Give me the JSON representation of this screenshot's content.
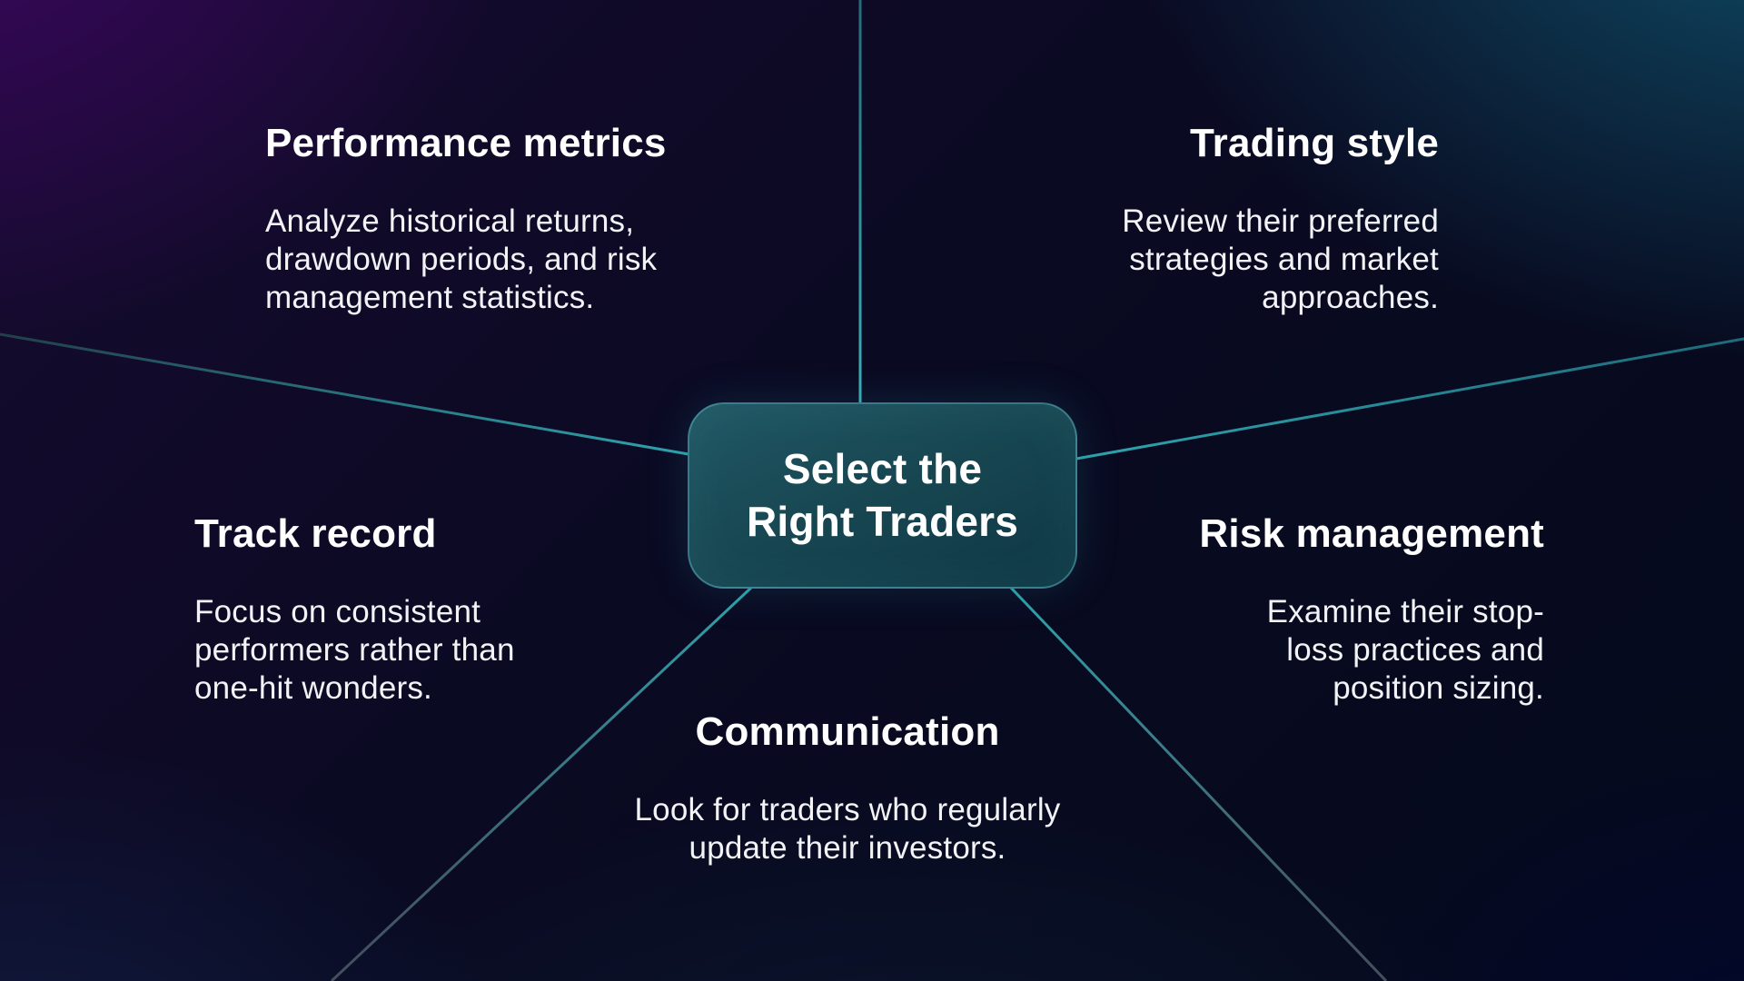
{
  "center": {
    "title_line1": "Select the",
    "title_line2": "Right Traders"
  },
  "branches": [
    {
      "id": "performance-metrics",
      "title": "Performance metrics",
      "body_lines": [
        "Analyze historical returns,",
        "drawdown periods, and risk",
        "management statistics."
      ]
    },
    {
      "id": "trading-style",
      "title": "Trading style",
      "body_lines": [
        "Review their preferred",
        "strategies and market",
        "approaches."
      ]
    },
    {
      "id": "track-record",
      "title": "Track record",
      "body_lines": [
        "Focus on consistent",
        "performers rather than",
        "one-hit wonders."
      ]
    },
    {
      "id": "risk-management",
      "title": "Risk management",
      "body_lines": [
        "Examine their stop-",
        "loss practices and",
        "position sizing."
      ]
    },
    {
      "id": "communication",
      "title": "Communication",
      "body_lines": [
        "Look for traders who regularly",
        "update their investors."
      ]
    }
  ],
  "colors": {
    "accent_line": "#2fa3ad",
    "accent_line_dim": "#223f4a",
    "node_fill_top": "#205764",
    "node_fill_bottom": "#0e3744",
    "node_border": "#66c4d0",
    "background_purple": "#3e0663",
    "background_teal": "#10546e",
    "background_navy": "#0a0a22",
    "heading_text": "#ffffff",
    "body_text": "#f2f3f6"
  }
}
